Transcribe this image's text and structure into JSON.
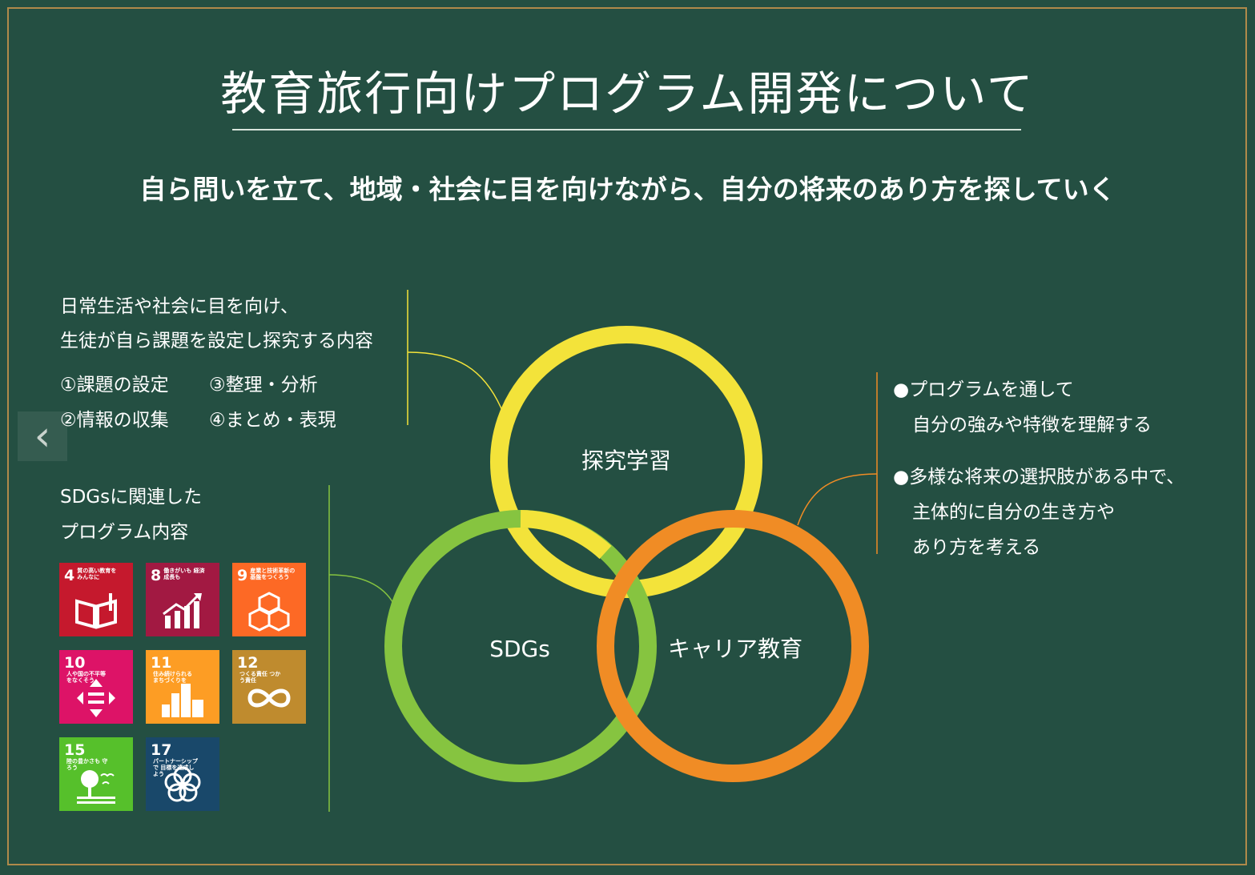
{
  "title": "教育旅行向けプログラム開発について",
  "subtitle": "自ら問いを立て、地域・社会に目を向けながら、自分の将来のあり方を探していく",
  "inquiry": {
    "line1": "日常生活や社会に目を向け、",
    "line2": "生徒が自ら課題を設定し探究する内容",
    "steps": [
      "①課題の設定",
      "③整理・分析",
      "②情報の収集",
      "④まとめ・表現"
    ]
  },
  "sdgs_text": {
    "line1": "SDGsに関連した",
    "line2": "プログラム内容"
  },
  "career": {
    "bullet1": [
      "●プログラムを通して",
      "自分の強みや特徴を理解する"
    ],
    "bullet2": [
      "●多様な将来の選択肢がある中で、",
      "主体的に自分の生き方や",
      "あり方を考える"
    ]
  },
  "circles": {
    "inquiry_label": "探究学習",
    "sdgs_label": "SDGs",
    "career_label": "キャリア教育"
  },
  "colors": {
    "background": "#244f42",
    "frame": "#b08a4a",
    "inquiry": "#f3e33a",
    "sdgs": "#86c440",
    "career": "#f08c25"
  },
  "sdg_tiles": [
    {
      "num": "4",
      "label": "質の高い教育を みんなに",
      "color": "#c5192d",
      "icon": "book-icon"
    },
    {
      "num": "8",
      "label": "働きがいも 経済成長も",
      "color": "#a21942",
      "icon": "growth-chart-icon"
    },
    {
      "num": "9",
      "label": "産業と技術革新の 基盤をつくろう",
      "color": "#fd6925",
      "icon": "cubes-icon"
    },
    {
      "num": "10",
      "label": "人や国の不平等 をなくそう",
      "color": "#dd1367",
      "icon": "equality-arrows-icon"
    },
    {
      "num": "11",
      "label": "住み続けられる まちづくりを",
      "color": "#fd9d24",
      "icon": "city-icon"
    },
    {
      "num": "12",
      "label": "つくる責任 つかう責任",
      "color": "#bf8b2e",
      "icon": "infinity-icon"
    },
    {
      "num": "15",
      "label": "陸の豊かさも 守ろう",
      "color": "#56c02b",
      "icon": "tree-icon"
    },
    {
      "num": "17",
      "label": "パートナーシップで 目標を達成しよう",
      "color": "#19486a",
      "icon": "flower-rings-icon"
    }
  ]
}
